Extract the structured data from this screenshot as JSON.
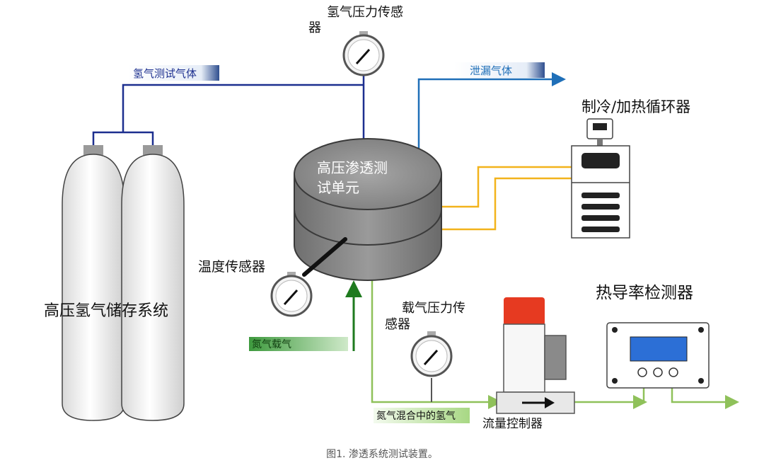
{
  "labels": {
    "h2_pressure_sensor_line1": "氢气压力传感",
    "h2_pressure_sensor_line2": "器",
    "h2_test_gas": "氢气测试气体",
    "leak_gas": "泄漏气体",
    "chiller_heater": "制冷/加热循环器",
    "cell_line1": "高压渗透测",
    "cell_line2": "试单元",
    "temp_sensor": "温度传感器",
    "storage_system": "高压氢气储存系统",
    "carrier_sensor_line1": "载气压力传",
    "carrier_sensor_line2": "感器",
    "nitrogen_carrier": "氮气载气",
    "mixed_gas": "氮气混合中的氢气",
    "flow_controller": "流量控制器",
    "detector": "热导率检测器"
  },
  "caption": "图1. 渗透系统测试装置。",
  "colors": {
    "hydrogen_line": "#1c2f8f",
    "leak_line": "#1f6fb8",
    "coolant_line": "#f2b31c",
    "nitrogen_line": "#8fc15a",
    "nitrogen_arrow": "#1e7a1e",
    "cell_body": "#8a8a8a",
    "flow_valve_cap": "#e63a21",
    "detector_screen": "#2c6fd6"
  }
}
